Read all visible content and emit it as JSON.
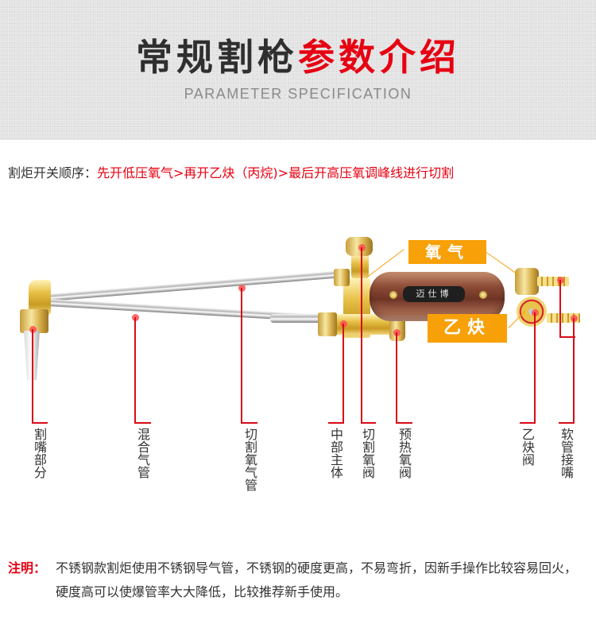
{
  "header": {
    "title_dark": "常规割枪",
    "title_red": "参数介绍",
    "subtitle": "PARAMETER SPECIFICATION"
  },
  "operation_order": {
    "label": "割炬开关顺序：",
    "value": "先开低压氧气>再开乙炔（丙烷)>最后开高压氧调峰线进行切割"
  },
  "product": {
    "handle_brand": "迈仕博",
    "callouts": [
      {
        "id": "oxygen",
        "label": "氧气"
      },
      {
        "id": "acetylene",
        "label": "乙炔"
      }
    ]
  },
  "parts": [
    {
      "id": "tip",
      "label": "割嘴部分"
    },
    {
      "id": "mixing-tube",
      "label": "混合气管"
    },
    {
      "id": "cutting-oxygen-tube",
      "label": "切割氧气管"
    },
    {
      "id": "central-body",
      "label": "中部主体"
    },
    {
      "id": "cutting-oxygen-valve",
      "label": "切割氧阀"
    },
    {
      "id": "preheat-oxygen-valve",
      "label": "预热氧阀"
    },
    {
      "id": "acetylene-valve",
      "label": "乙炔阀"
    },
    {
      "id": "hose-connector",
      "label": "软管接嘴"
    }
  ],
  "note": {
    "label": "注明：",
    "text": "不锈钢款割炬使用不锈钢导气管，不锈钢的硬度更高，不易弯折，因新手操作比较容易回火，硬度高可以使爆管率大大降低，比较推荐新手使用。"
  },
  "colors": {
    "accent_red": "#e60012",
    "callout_orange": "#f7a008",
    "leader_red": "#d80c18",
    "header_gray": "#e2e2e2"
  }
}
